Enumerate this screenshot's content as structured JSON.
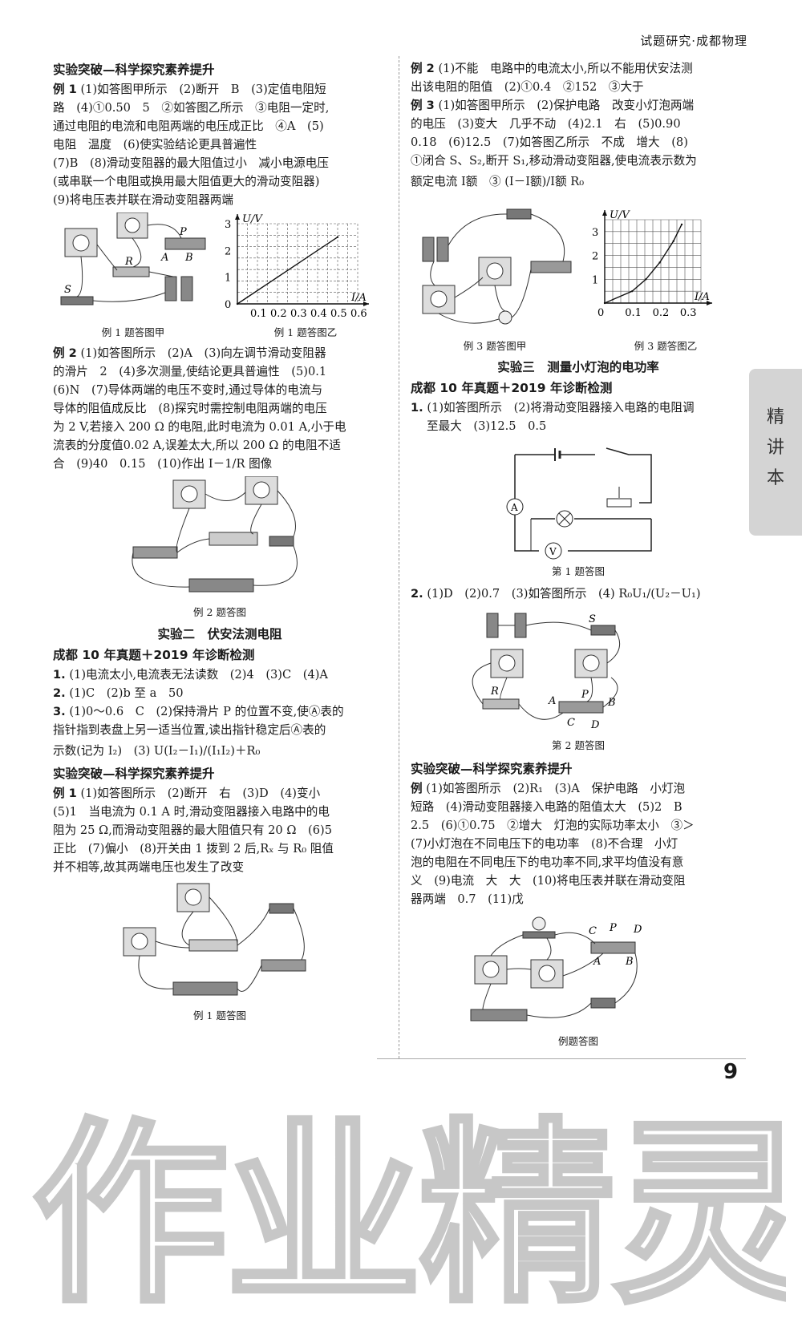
{
  "header": {
    "title": "试题研究·成都物理"
  },
  "side_tab": {
    "chars": [
      "精",
      "讲",
      "本"
    ]
  },
  "page_number": "9",
  "watermark": {
    "text": "作业精灵"
  },
  "left": {
    "sec1": "实验突破—科学探究素养提升",
    "ex1_label": "例 1",
    "ex1_lines": [
      "(1)如答图甲所示　(2)断开　B　(3)定值电阻短",
      "路　(4)①0.50　5　②如答图乙所示　③电阻一定时,",
      "通过电阻的电流和电阻两端的电压成正比　④A　(5)",
      "电阻　温度　(6)使实验结论更具普遍性",
      "(7)B　(8)滑动变阻器的最大阻值过小　减小电源电压",
      "(或串联一个电阻或换用最大阻值更大的滑动变阻器)",
      "(9)将电压表并联在滑动变阻器两端"
    ],
    "fig1a_caption": "例 1 题答图甲",
    "fig1b_caption": "例 1 题答图乙",
    "fig1a_labels": {
      "p": "P",
      "b": "B",
      "a": "A",
      "r": "R",
      "s": "S"
    },
    "ex2_label": "例 2",
    "ex2_lines": [
      "(1)如答图所示　(2)A　(3)向左调节滑动变阻器",
      "的滑片　2　(4)多次测量,使结论更具普遍性　(5)0.1",
      "(6)N　(7)导体两端的电压不变时,通过导体的电流与",
      "导体的阻值成反比　(8)探究时需控制电阻两端的电压",
      "为 2 V,若接入 200 Ω 的电阻,此时电流为 0.01 A,小于电",
      "流表的分度值0.02 A,误差太大,所以 200 Ω 的电阻不适",
      "合　(9)40　0.15　(10)作出 I－1/R 图像"
    ],
    "fig2_caption": "例 2 题答图",
    "sec_exp2": "实验二　伏安法测电阻",
    "sec_exam": "成都 10 年真题＋2019 年诊断检测",
    "q1_label": "1.",
    "q1": "(1)电流太小,电流表无法读数　(2)4　(3)C　(4)A",
    "q2_label": "2.",
    "q2": "(1)C　(2)b 至 a　50",
    "q3_label": "3.",
    "q3_lines": [
      "(1)0～0.6　C　(2)保持滑片 P 的位置不变,使Ⓐ表的",
      "指针指到表盘上另一适当位置,读出指针稳定后Ⓐ表的",
      "示数(记为 I₂)　(3) U(I₂－I₁)/(I₁I₂)＋R₀"
    ],
    "sec2": "实验突破—科学探究素养提升",
    "ex1b_label": "例 1",
    "ex1b_lines": [
      "(1)如答图所示　(2)断开　右　(3)D　(4)变小",
      "(5)1　当电流为 0.1 A 时,滑动变阻器接入电路中的电",
      "阻为 25 Ω,而滑动变阻器的最大阻值只有 20 Ω　(6)5",
      "正比　(7)偏小　(8)开关由 1 拨到 2 后,Rₓ 与 R₀ 阻值",
      "并不相等,故其两端电压也发生了改变"
    ],
    "fig3_caption": "例 1 题答图"
  },
  "right": {
    "ex2_label": "例 2",
    "ex2_lines": [
      "(1)不能　电路中的电流太小,所以不能用伏安法测",
      "出该电阻的阻值　(2)①0.4　②152　③大于"
    ],
    "ex3_label": "例 3",
    "ex3_lines": [
      "(1)如答图甲所示　(2)保护电路　改变小灯泡两端",
      "的电压　(3)变大　几乎不动　(4)2.1　右　(5)0.90",
      "0.18　(6)12.5　(7)如答图乙所示　不成　增大　(8)",
      "①闭合 S、S₂,断开 S₁,移动滑动变阻器,使电流表示数为",
      "额定电流 I额　③ (I－I额)/I额 R₀"
    ],
    "fig3a_caption": "例 3 题答图甲",
    "fig3b_caption": "例 3 题答图乙",
    "sec_exp3": "实验三　测量小灯泡的电功率",
    "sec_exam": "成都 10 年真题＋2019 年诊断检测",
    "q1_label": "1.",
    "q1_lines": [
      "(1)如答图所示　(2)将滑动变阻器接入电路的电阻调",
      "至最大　(3)12.5　0.5"
    ],
    "fig_q1_caption": "第 1 题答图",
    "fig_q1_labels": {
      "a": "A",
      "v": "V"
    },
    "q2_label": "2.",
    "q2": "(1)D　(2)0.7　(3)如答图所示　(4) R₀U₁/(U₂－U₁)",
    "fig_q2_caption": "第 2 题答图",
    "fig_q2_labels": {
      "s": "S",
      "r": "R",
      "a": "A",
      "p": "P",
      "b": "B",
      "c": "C",
      "d": "D"
    },
    "sec2": "实验突破—科学探究素养提升",
    "ex_label": "例",
    "ex_lines": [
      "(1)如答图所示　(2)R₁　(3)A　保护电路　小灯泡",
      "短路　(4)滑动变阻器接入电路的阻值太大　(5)2　B",
      "2.5　(6)①0.75　②增大　灯泡的实际功率太小　③＞",
      "(7)小灯泡在不同电压下的电功率　(8)不合理　小灯",
      "泡的电阻在不同电压下的电功率不同,求平均值没有意",
      "义　(9)电流　大　大　(10)将电压表并联在滑动变阻",
      "器两端　0.7　(11)戊"
    ],
    "fig_ex_caption": "例题答图",
    "fig_ex_labels": {
      "c": "C",
      "p": "P",
      "d": "D",
      "a": "A",
      "b": "B"
    }
  },
  "chart_data": [
    {
      "type": "line",
      "xlabel": "I/A",
      "ylabel": "U/V",
      "xlim": [
        0,
        0.6
      ],
      "ylim": [
        0,
        3
      ],
      "x_ticks": [
        "0.1",
        "0.2",
        "0.3",
        "0.4",
        "0.5",
        "0.6"
      ],
      "y_ticks": [
        "0",
        "1",
        "2",
        "3"
      ],
      "grid": true,
      "series": [
        {
          "x": [
            0,
            0.5
          ],
          "y": [
            0,
            2.5
          ]
        }
      ]
    },
    {
      "type": "line",
      "xlabel": "I/A",
      "ylabel": "U/V",
      "xlim": [
        0,
        0.35
      ],
      "ylim": [
        0,
        3.5
      ],
      "x_ticks": [
        "0",
        "0.1",
        "0.2",
        "0.3"
      ],
      "y_ticks": [
        "1",
        "2",
        "3"
      ],
      "grid": true,
      "series": [
        {
          "x": [
            0,
            0.1,
            0.15,
            0.2,
            0.25,
            0.28
          ],
          "y": [
            0,
            0.5,
            1.0,
            1.7,
            2.6,
            3.3
          ]
        }
      ]
    }
  ]
}
